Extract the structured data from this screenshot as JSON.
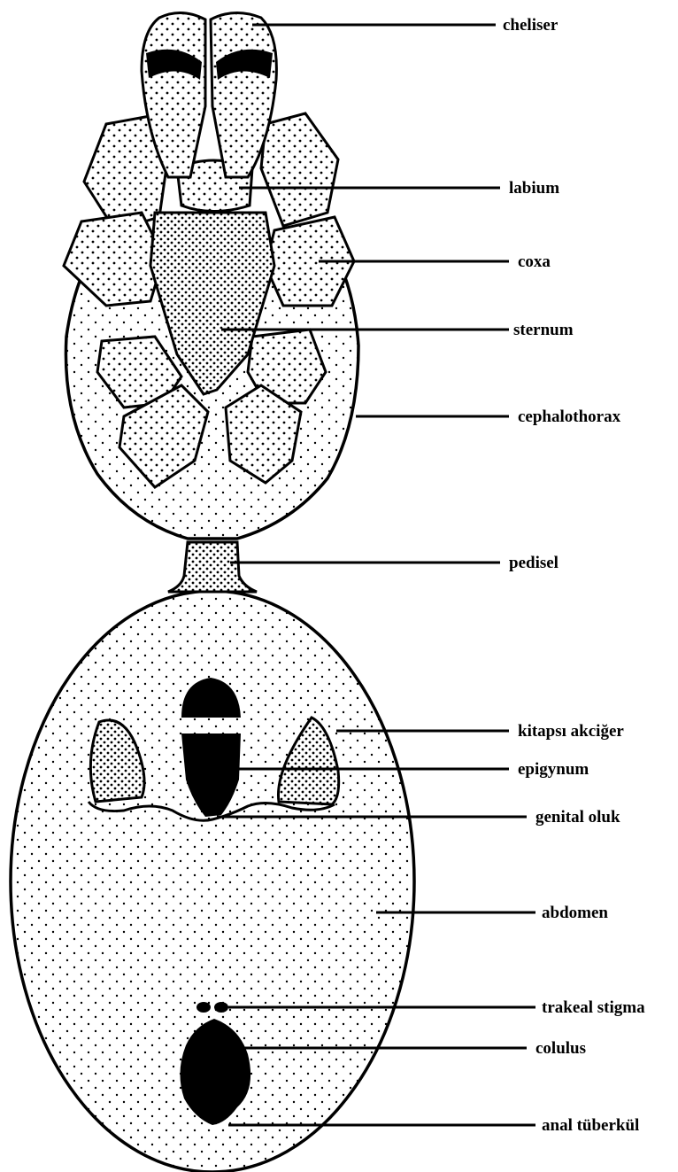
{
  "labels": {
    "cheliser": "cheliser",
    "labium": "labium",
    "coxa": "coxa",
    "sternum": "sternum",
    "cephalothorax": "cephalothorax",
    "pedisel": "pedisel",
    "kitapsi_akciger": "kitapsı akciğer",
    "epigynum": "epigynum",
    "genital_oluk": "genital oluk",
    "abdomen": "abdomen",
    "trakeal_stigma": "trakeal stigma",
    "colulus": "colulus",
    "anal_tuberkul": "anal tüberkül"
  },
  "colors": {
    "ink": "#000000",
    "paper": "#ffffff"
  }
}
